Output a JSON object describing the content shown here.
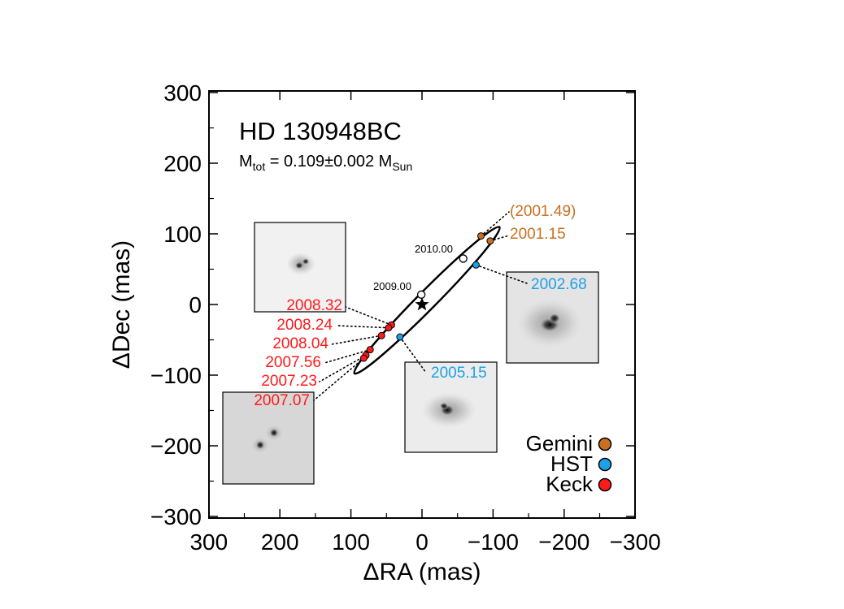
{
  "chart_data": {
    "type": "scatter",
    "title": "HD 130948BC",
    "mass_text": {
      "prefix": "M",
      "sub1": "tot",
      "middle": " = 0.109±0.002 M",
      "sub2": "Sun"
    },
    "xlabel": "ΔRA (mas)",
    "ylabel": "ΔDec (mas)",
    "xlim": [
      300,
      -300
    ],
    "ylim": [
      -310,
      310
    ],
    "x_reversed": true,
    "x_ticks": [
      300,
      200,
      100,
      0,
      -100,
      -200,
      -300
    ],
    "x_tick_labels": [
      "300",
      "200",
      "100",
      "0",
      "−100",
      "−200",
      "−300"
    ],
    "y_ticks": [
      300,
      200,
      100,
      0,
      -100,
      -200,
      -300
    ],
    "y_tick_labels": [
      "300",
      "200",
      "100",
      "0",
      "−100",
      "−200",
      "−300"
    ],
    "grid": false,
    "legend_placement": "bottom-right",
    "colors": {
      "gemini": "#c87020",
      "hst": "#1ea0e6",
      "keck": "#ff1a1a",
      "axis": "#000000"
    },
    "series": [
      {
        "name": "Gemini",
        "color_key": "gemini",
        "points": [
          {
            "x": -83,
            "y": 97,
            "label": "(2001.49)"
          },
          {
            "x": -96,
            "y": 90,
            "label": "2001.15"
          }
        ]
      },
      {
        "name": "HST",
        "color_key": "hst",
        "points": [
          {
            "x": -76,
            "y": 56,
            "label": "2002.68"
          },
          {
            "x": 31,
            "y": -46,
            "label": "2005.15"
          }
        ]
      },
      {
        "name": "Keck",
        "color_key": "keck",
        "points": [
          {
            "x": 43,
            "y": -29,
            "label": "2008.32"
          },
          {
            "x": 47,
            "y": -33,
            "label": "2008.24"
          },
          {
            "x": 57,
            "y": -44,
            "label": "2008.04"
          },
          {
            "x": 73,
            "y": -64,
            "label": "2007.56"
          },
          {
            "x": 79,
            "y": -72,
            "label": "2007.23"
          },
          {
            "x": 82,
            "y": -76,
            "label": "2007.07"
          }
        ]
      }
    ],
    "predicted_positions": [
      {
        "x": 1,
        "y": 14,
        "label": "2009.00"
      },
      {
        "x": -58,
        "y": 65,
        "label": "2010.00"
      }
    ],
    "primary_star": {
      "x": 0,
      "y": 0
    },
    "orbit": {
      "center": [
        -7,
        6
      ],
      "semi_major": 145,
      "semi_minor": 13,
      "angle_deg": 45.3
    }
  }
}
